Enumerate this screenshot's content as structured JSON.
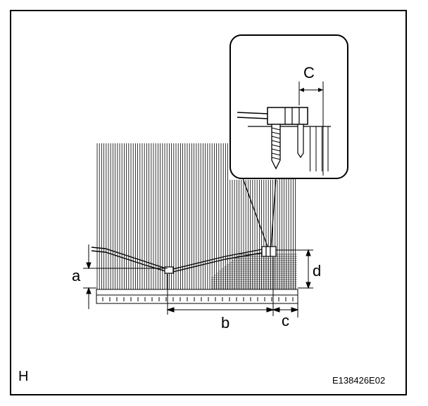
{
  "figure": {
    "panel_letter": "H",
    "figure_code": "E138426E02"
  },
  "labels": {
    "a": "a",
    "b": "b",
    "c_lower": "c",
    "d": "d",
    "C_upper": "C"
  }
}
